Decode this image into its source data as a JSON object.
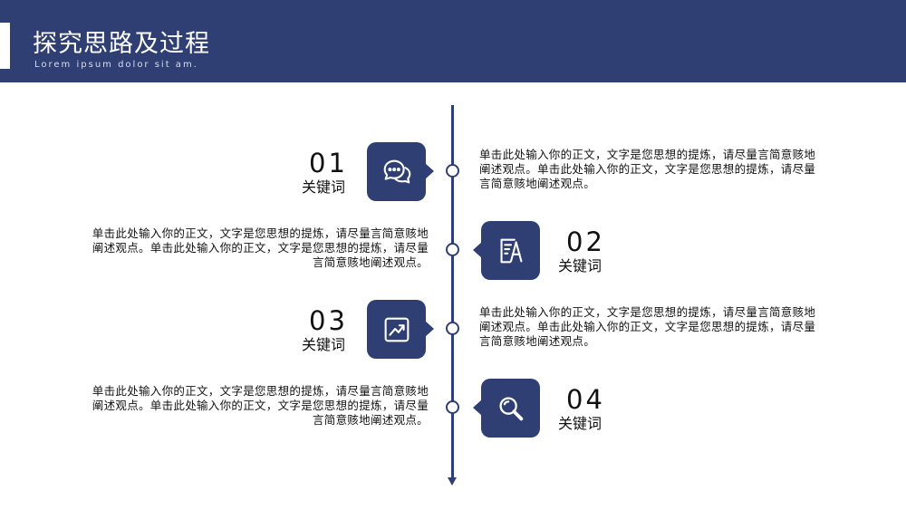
{
  "header": {
    "title": "探究思路及过程",
    "subtitle": "Lorem ipsum dolor sit am."
  },
  "colors": {
    "primary": "#2f3f73",
    "background": "#ffffff"
  },
  "steps": [
    {
      "number": "01",
      "keyword": "关键词",
      "icon": "chat-bubbles-icon",
      "text": "单击此处输入你的正文，文字是您思想的提炼，请尽量言简意赅地阐述观点。单击此处输入你的正文，文字是您思想的提炼，请尽量言简意赅地阐述观点。"
    },
    {
      "number": "02",
      "keyword": "关键词",
      "icon": "edit-document-icon",
      "text": "单击此处输入你的正文，文字是您思想的提炼，请尽量言简意赅地阐述观点。单击此处输入你的正文，文字是您思想的提炼，请尽量言简意赅地阐述观点。"
    },
    {
      "number": "03",
      "keyword": "关键词",
      "icon": "trend-chart-icon",
      "text": "单击此处输入你的正文，文字是您思想的提炼，请尽量言简意赅地阐述观点。单击此处输入你的正文，文字是您思想的提炼，请尽量言简意赅地阐述观点。"
    },
    {
      "number": "04",
      "keyword": "关键词",
      "icon": "magnifier-icon",
      "text": "单击此处输入你的正文，文字是您思想的提炼，请尽量言简意赅地阐述观点。单击此处输入你的正文，文字是您思想的提炼，请尽量言简意赅地阐述观点。"
    }
  ]
}
